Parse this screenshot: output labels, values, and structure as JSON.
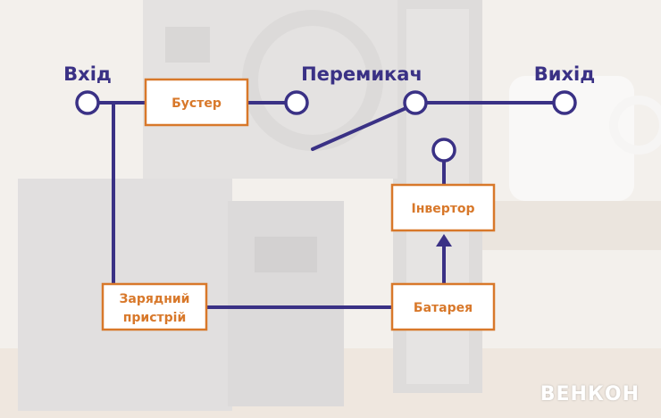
{
  "labels": {
    "input": "Вхід",
    "switch": "Перемикач",
    "output": "Вихід"
  },
  "boxes": {
    "booster": "Бустер",
    "inverter": "Інвертор",
    "charger_line1": "Зарядний",
    "charger_line2": "пристрій",
    "battery": "Батарея"
  },
  "brand": {
    "logo_text": "ВЕНКОН"
  },
  "colors": {
    "line": "#3a3185",
    "box_border": "#d8782a",
    "box_text": "#d8782a",
    "label": "#3a3185"
  }
}
